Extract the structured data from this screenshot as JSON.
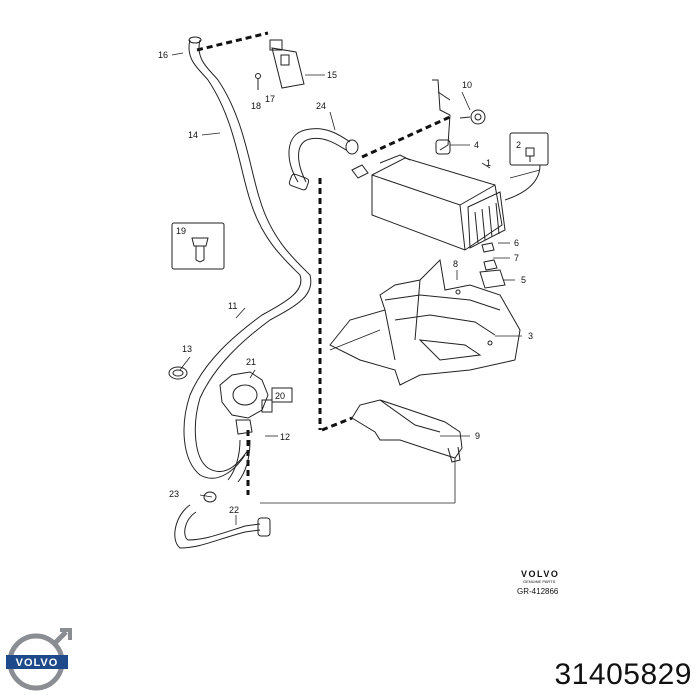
{
  "diagram": {
    "callouts": [
      "1",
      "2",
      "3",
      "4",
      "5",
      "6",
      "7",
      "8",
      "9",
      "10",
      "11",
      "12",
      "13",
      "14",
      "15",
      "16",
      "17",
      "18",
      "19",
      "20",
      "21",
      "22",
      "23",
      "24"
    ],
    "stamp": {
      "brand": "VOLVO",
      "subtitle": "GENUINE PARTS",
      "code": "GR-412866"
    }
  },
  "logo": {
    "text": "VOLVO",
    "color": "#1e4a8c"
  },
  "part_number": "31405829"
}
